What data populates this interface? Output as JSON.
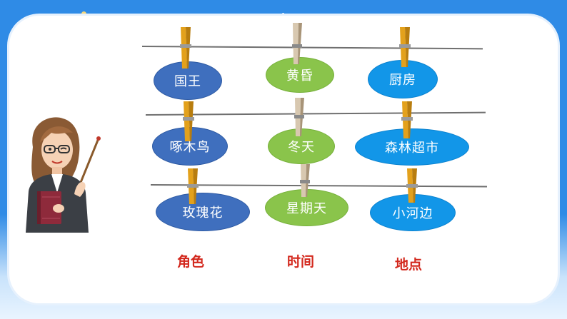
{
  "cards": {
    "row1": {
      "c1": "国王",
      "c2": "黄昏",
      "c3": "厨房"
    },
    "row2": {
      "c1": "啄木鸟",
      "c2": "冬天",
      "c3": "森林超市"
    },
    "row3": {
      "c1": "玫瑰花",
      "c2": "星期天",
      "c3": "小河边"
    }
  },
  "labels": {
    "role": "角色",
    "time": "时间",
    "place": "地点"
  },
  "colors": {
    "blue": "#3f6fbe",
    "green": "#8ac44b",
    "cyan": "#1296e8",
    "label_red": "#d3281d",
    "frame": "#2f8be6"
  },
  "icons": {
    "teacher": "teacher-with-pointer-illustration",
    "clip": "clothespin-icon"
  }
}
